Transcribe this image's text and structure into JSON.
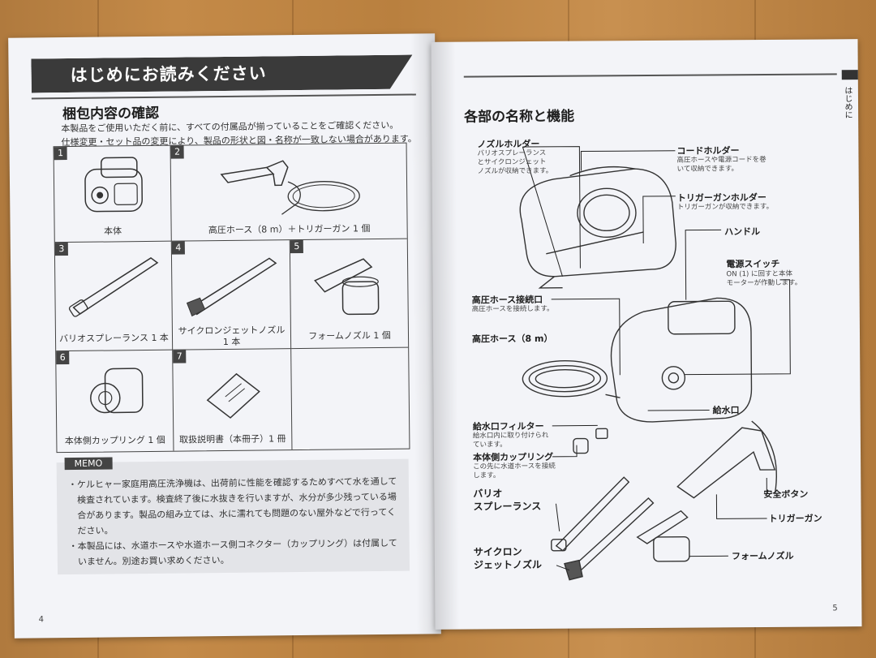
{
  "left_page": {
    "title": "はじめにお読みください",
    "section_title": "梱包内容の確認",
    "intro_line1": "本製品をご使用いただく前に、すべての付属品が揃っていることをご確認ください。",
    "intro_line2": "仕様変更・セット品の変更により、製品の形状と図・名称が一致しない場合があります。",
    "items": [
      {
        "num": "1",
        "label": "本体"
      },
      {
        "num": "2",
        "label": "高圧ホース（8 m）＋トリガーガン 1 個"
      },
      {
        "num": "3",
        "label": "バリオスプレーランス 1 本"
      },
      {
        "num": "4",
        "label": "サイクロンジェットノズル",
        "label2": "1 本"
      },
      {
        "num": "5",
        "label": "フォームノズル 1 個"
      },
      {
        "num": "6",
        "label": "本体側カップリング 1 個"
      },
      {
        "num": "7",
        "label": "取扱説明書（本冊子）1 冊"
      }
    ],
    "memo_tag": "MEMO",
    "memo_lines": [
      "・ケルヒャー家庭用高圧洗浄機は、出荷前に性能を確認するためすべて水を通して",
      "　検査されています。検査終了後に水抜きを行いますが、水分が多少残っている場",
      "　合があります。製品の組み立ては、水に濡れても問題のない屋外などで行ってく",
      "　ださい。",
      "・本製品には、水道ホースや水道ホース側コネクター（カップリング）は付属して",
      "　いません。別途お買い求めください。"
    ],
    "page_number": "4"
  },
  "right_page": {
    "side_label": "はじめに",
    "section_title": "各部の名称と機能",
    "parts": {
      "nozzle_holder": {
        "name": "ノズルホルダー",
        "desc": [
          "バリオスプレーランス",
          "とサイクロンジェット",
          "ノズルが収納できます。"
        ]
      },
      "cord_holder": {
        "name": "コードホルダー",
        "desc": [
          "高圧ホースや電源コードを巻",
          "いて収納できます。"
        ]
      },
      "trigger_holder": {
        "name": "トリガーガンホルダー",
        "desc": [
          "トリガーガンが収納できます。"
        ]
      },
      "handle": {
        "name": "ハンドル"
      },
      "power_switch": {
        "name": "電源スイッチ",
        "desc": [
          "ON (1) に回すと本体",
          "モーターが作動します。"
        ]
      },
      "hose_connector": {
        "name": "高圧ホース接続口",
        "desc": [
          "高圧ホースを接続します。"
        ]
      },
      "hose": {
        "name": "高圧ホース（8 m）"
      },
      "water_inlet": {
        "name": "給水口"
      },
      "inlet_filter": {
        "name": "給水口フィルター",
        "desc": [
          "給水口内に取り付けられ",
          "ています。"
        ]
      },
      "coupling": {
        "name": "本体側カップリング",
        "desc": [
          "この先に水道ホースを接続",
          "します。"
        ]
      },
      "vario_lance": {
        "name1": "バリオ",
        "name2": "スプレーランス"
      },
      "safety_button": {
        "name": "安全ボタン"
      },
      "trigger_gun": {
        "name": "トリガーガン"
      },
      "cyclone_nozzle": {
        "name1": "サイクロン",
        "name2": "ジェットノズル"
      },
      "foam_nozzle": {
        "name": "フォームノズル"
      }
    },
    "page_number": "5"
  }
}
